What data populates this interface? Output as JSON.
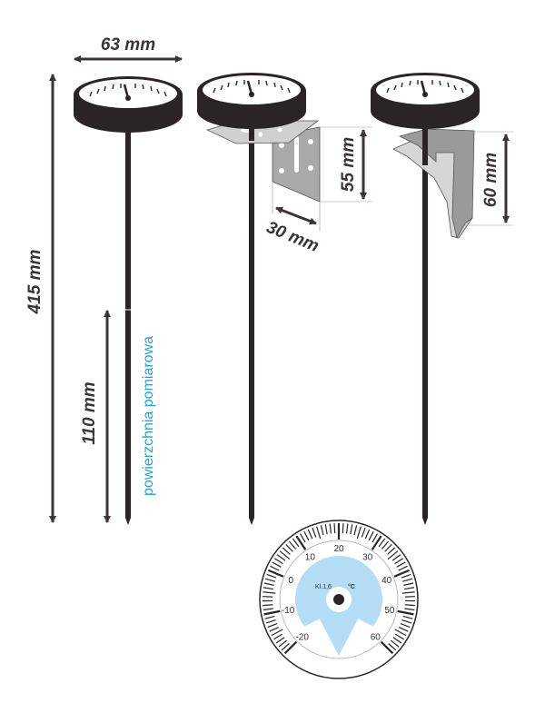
{
  "dimensions": {
    "dial_diameter": "63 mm",
    "total_length": "415 mm",
    "sensing_length": "110 mm",
    "bracket_height": "55 mm",
    "bracket_depth": "30 mm",
    "clip_height": "60 mm"
  },
  "sensing_area_label": "powierzchnia pomiarowa",
  "dial": {
    "labels": [
      "-20",
      "-10",
      "0",
      "10",
      "20",
      "30",
      "40",
      "50",
      "60"
    ],
    "min": -20,
    "max": 60,
    "class_label": "Kl.1,6",
    "unit": "°C"
  },
  "colors": {
    "dark": "#2b2426",
    "blue": "#b3ddf5",
    "label_blue": "#1aa3e0",
    "plate": "#a9a9a9",
    "plate_light": "#d6d6d6"
  }
}
